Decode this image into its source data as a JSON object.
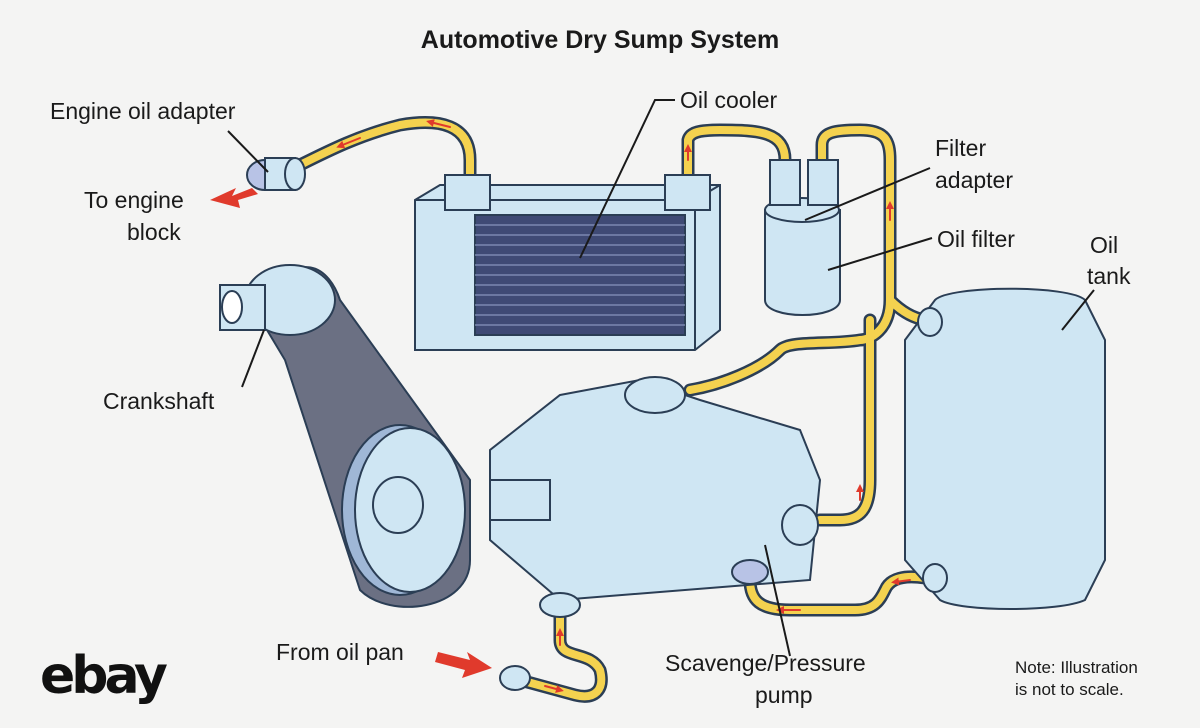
{
  "title": "Automotive Dry Sump System",
  "labels": {
    "engine_oil_adapter": "Engine oil adapter",
    "to_engine_block_1": "To engine",
    "to_engine_block_2": "block",
    "oil_cooler": "Oil cooler",
    "filter_adapter_1": "Filter",
    "filter_adapter_2": "adapter",
    "oil_filter": "Oil filter",
    "oil_tank_1": "Oil",
    "oil_tank_2": "tank",
    "crankshaft": "Crankshaft",
    "from_oil_pan": "From oil pan",
    "pump_1": "Scavenge/Pressure",
    "pump_2": "pump"
  },
  "logo": "ebay",
  "note_1": "Note: Illustration",
  "note_2": "is not to scale.",
  "colors": {
    "background": "#f4f4f3",
    "part_fill": "#cfe6f3",
    "part_stroke": "#2b3e55",
    "oil_line": "#f4d24f",
    "flow_arrow": "#e03a2c",
    "cooler_core": "#3f4a75",
    "belt": "#6b7083"
  }
}
